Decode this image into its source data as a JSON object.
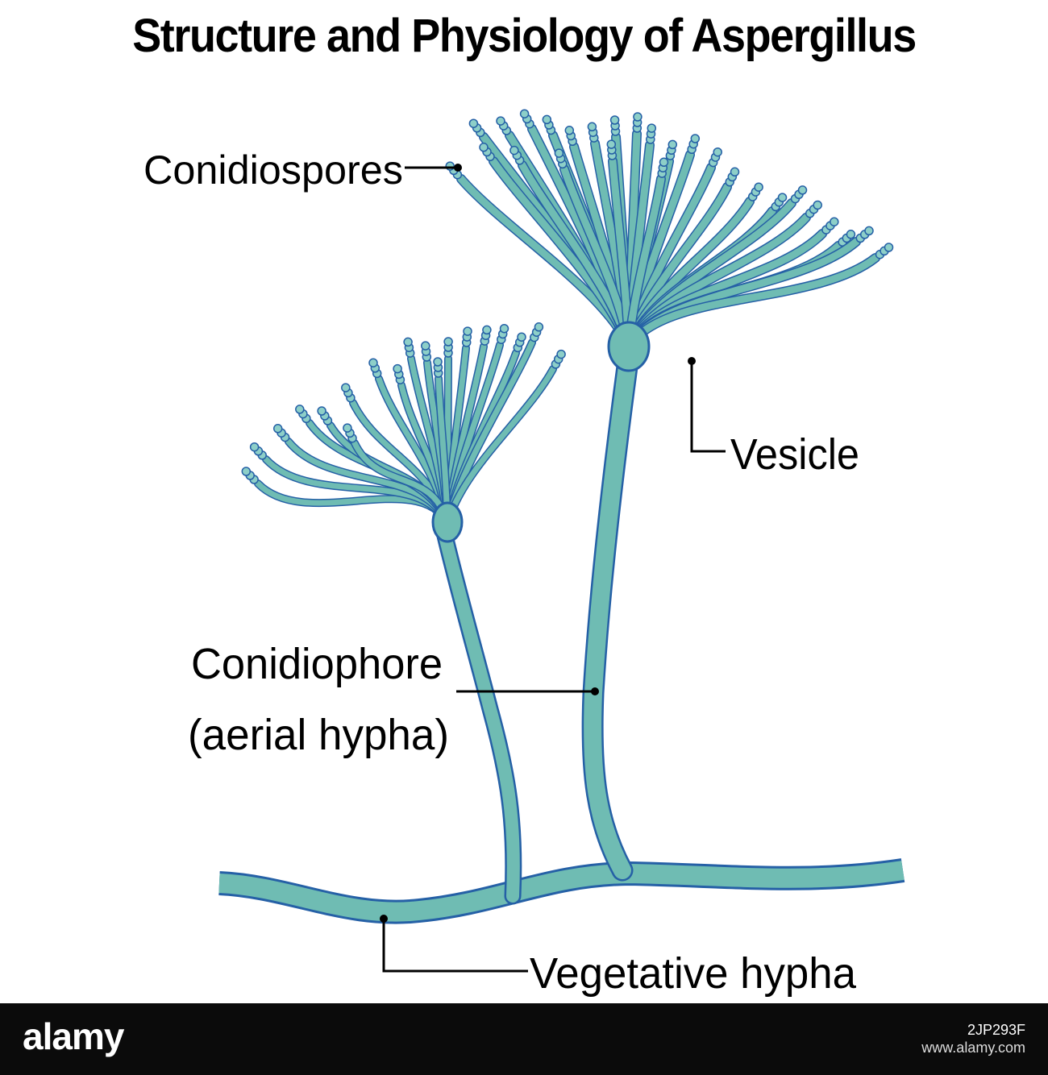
{
  "title": "Structure and Physiology of Aspergillus",
  "labels": {
    "conidiospores": "Conidiospores",
    "vesicle": "Vesicle",
    "conidiophore_line1": "Conidiophore",
    "conidiophore_line2": "(aerial hypha)",
    "vegetative_hypha": "Vegetative hypha"
  },
  "footer": {
    "brand": "alamy",
    "image_id": "2JP293F",
    "website": "www.alamy.com"
  },
  "colors": {
    "fill": "#6fbcb3",
    "outline": "#2560a6",
    "spore": "#8dcfc8",
    "leader": "#000000",
    "footer_bg": "#0b0b0b"
  }
}
